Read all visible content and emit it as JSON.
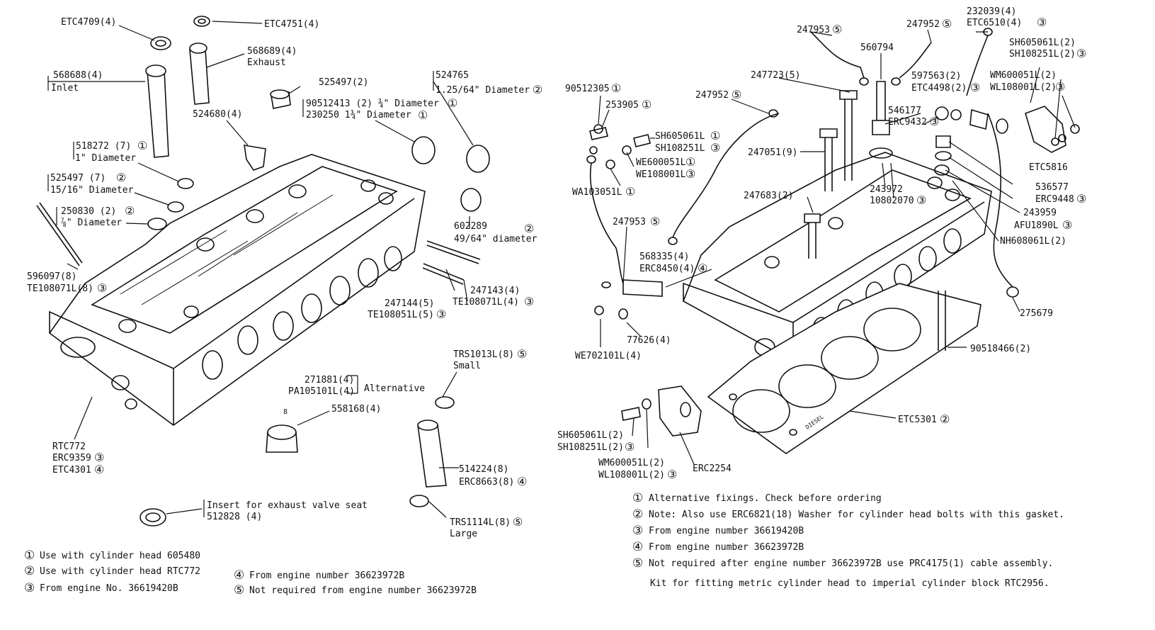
{
  "labels": {
    "etc4709": "ETC4709(4)",
    "etc4751": "ETC4751(4)",
    "p568689": "568689(4)",
    "exhaust": "Exhaust",
    "p568688": "568688(4)",
    "inlet": "Inlet",
    "p525497a": "525497(2)",
    "p524765": "524765",
    "d125_64": "1.25/64\" Diameter",
    "p90512413": "90512413 (2) ¾\" Diameter",
    "p230250": "230250 1¾\" Diameter",
    "p524680": "524680(4)",
    "p518272": "518272 (7)",
    "d1in": "1\" Diameter",
    "p525497b": "525497 (7)",
    "d15_16": "15/16\" Diameter",
    "p250830": "250830 (2)",
    "d7_8": "⅞\" Diameter",
    "p596097": "596097(8)",
    "te108071a": "TE108071L(8)",
    "p602289": "602289",
    "d49_64": "49/64\" diameter",
    "p247144": "247144(5)",
    "te108051": "TE108051L(5)",
    "p247143": "247143(4)",
    "te108071b": "TE108071L(4)",
    "trs1013": "TRS1013L(8)",
    "small": "Small",
    "p271881": "271881(4)",
    "pa105101": "PA105101L(4)",
    "alternative": "Alternative",
    "p558168": "558168(4)",
    "p514224": "514224(8)",
    "erc8663": "ERC8663(8)",
    "trs1114": "TRS1114L(8)",
    "large": "Large",
    "rtc772": "RTC772",
    "erc9359": "ERC9359",
    "etc4301": "ETC4301",
    "insert": "Insert for exhaust valve seat",
    "p512828": "512828 (4)",
    "p232039": "232039(4)",
    "etc6510": "ETC6510(4)",
    "p247953a": "247953",
    "p247952a": "247952",
    "p560794": "560794",
    "sh605061a": "SH605061L(2)",
    "sh108251a": "SH108251L(2)",
    "p90512305": "90512305",
    "p247723": "247723(5)",
    "p597563": "597563(2)",
    "etc4498": "ETC4498(2)",
    "wm600051a": "WM600051L(2)",
    "wl108001a": "WL108001L(2)",
    "p253905": "253905",
    "p247952b": "247952",
    "sh605061b": "SH605061L",
    "sh108251b": "SH108251L",
    "p546177": "546177",
    "erc9432": "ERC9432",
    "etc5816": "ETC5816",
    "we600051": "WE600051L",
    "we108001": "WE108001L",
    "wa103051": "WA103051L",
    "p247051": "247051(9)",
    "p243972": "243972",
    "p10802070": "10802070",
    "p536577": "536577",
    "erc9448": "ERC9448",
    "p247683": "247683(2)",
    "p243959": "243959",
    "afu1890": "AFU1890L",
    "nh608061": "NH608061L(2)",
    "p247953b": "247953",
    "p568335": "568335(4)",
    "erc8450": "ERC8450(4)",
    "p275679": "275679",
    "p77626": "77626(4)",
    "we702101": "WE702101L(4)",
    "p90518466": "90518466(2)",
    "etc5301": "ETC5301",
    "sh605061c": "SH605061L(2)",
    "sh108251c": "SH108251L(2)",
    "wm600051c": "WM600051L(2)",
    "wl108001c": "WL108001L(2)",
    "erc2254": "ERC2254"
  },
  "notes_left": [
    "Use with cylinder head 605480",
    "Use with cylinder head RTC772",
    "From engine No. 36619420B",
    "From engine number 36623972B",
    "Not required from engine number 36623972B"
  ],
  "notes_right": [
    "Alternative fixings.  Check before ordering",
    "Note: Also use ERC6821(18) Washer for cylinder head bolts with this gasket.",
    "From engine number 36619420B",
    "From engine number 36623972B",
    "Not required after engine number 36623972B use PRC4175(1) cable assembly.",
    "Kit for fitting metric cylinder head to imperial cylinder block RTC2956."
  ],
  "circled": {
    "n1": "①",
    "n2": "②",
    "n3": "③",
    "n4": "④",
    "n5": "⑤"
  }
}
